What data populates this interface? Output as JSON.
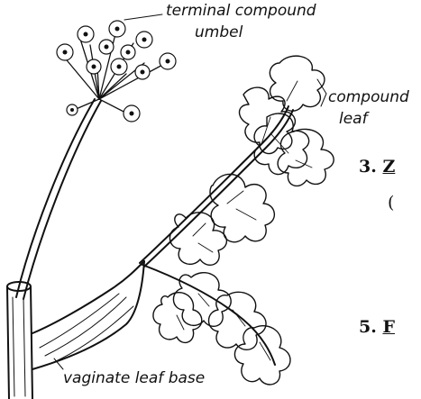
{
  "labels": {
    "umbel": "terminal compound",
    "umbel_line2": "umbel",
    "leaf": "compound",
    "leaf_line2": "leaf",
    "base": "vaginate leaf base"
  },
  "margin": {
    "item3": "3.",
    "item3_partial": "Z",
    "item5": "5.",
    "item5_partial": "F",
    "paren": "("
  }
}
